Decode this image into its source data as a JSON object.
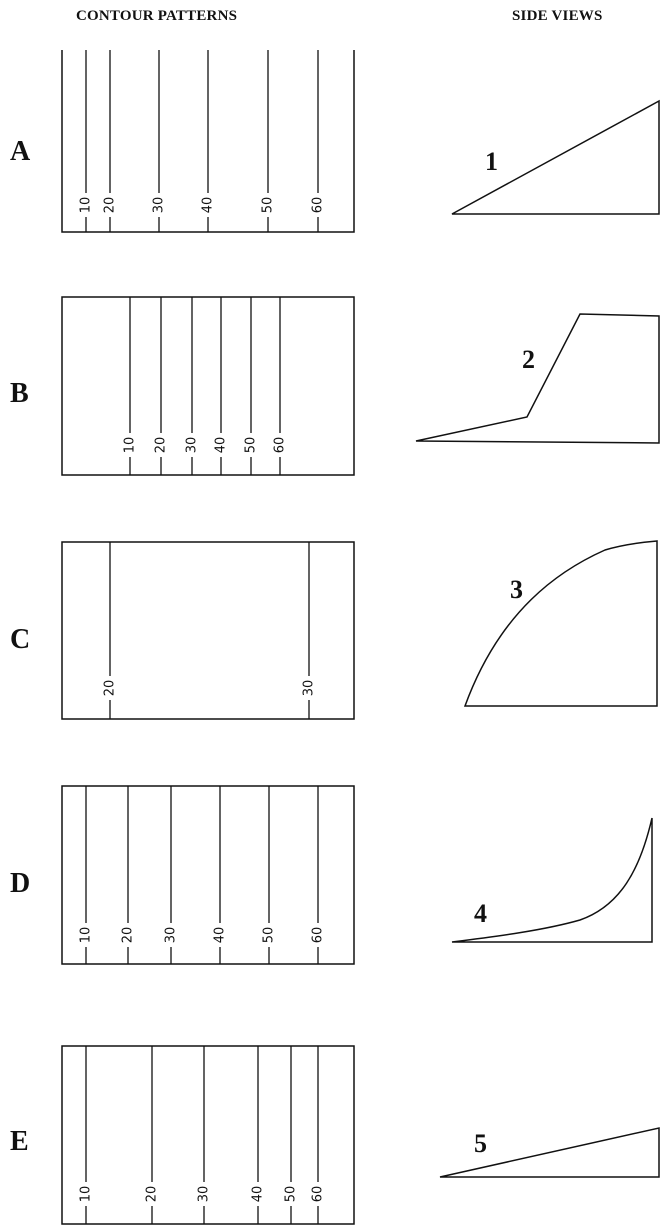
{
  "headers": {
    "contour_patterns": "CONTOUR PATTERNS",
    "side_views": "SIDE VIEWS"
  },
  "rows": [
    {
      "letter": "A",
      "contour_labels": [
        "10",
        "20",
        "30",
        "40",
        "50",
        "60"
      ]
    },
    {
      "letter": "B",
      "contour_labels": [
        "10",
        "20",
        "30",
        "40",
        "50",
        "60"
      ]
    },
    {
      "letter": "C",
      "contour_labels": [
        "20",
        "30"
      ]
    },
    {
      "letter": "D",
      "contour_labels": [
        "10",
        "20",
        "30",
        "40",
        "50",
        "60"
      ]
    },
    {
      "letter": "E",
      "contour_labels": [
        "10",
        "20",
        "30",
        "40",
        "50",
        "60"
      ]
    }
  ],
  "side_views": [
    {
      "label": "1"
    },
    {
      "label": "2"
    },
    {
      "label": "3"
    },
    {
      "label": "4"
    },
    {
      "label": "5"
    }
  ]
}
